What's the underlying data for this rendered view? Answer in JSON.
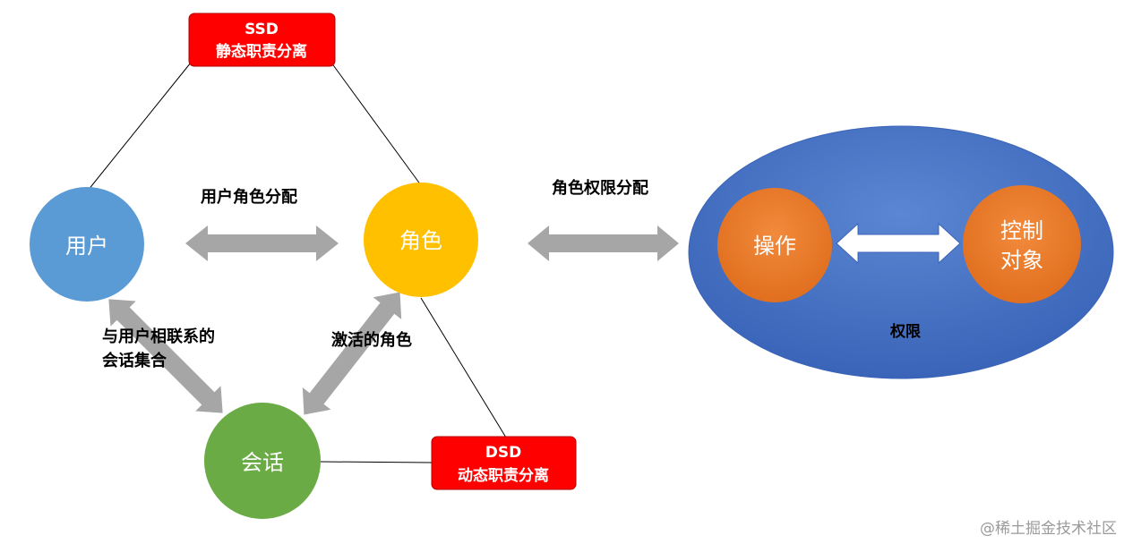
{
  "nodes": {
    "user": "用户",
    "role": "角色",
    "session": "会话",
    "operation": "操作",
    "object_line1": "控制",
    "object_line2": "对象",
    "permission": "权限"
  },
  "boxes": {
    "ssd_title": "SSD",
    "ssd_subtitle": "静态职责分离",
    "dsd_title": "DSD",
    "dsd_subtitle": "动态职责分离"
  },
  "edges": {
    "user_role": "用户角色分配",
    "role_permission": "角色权限分配",
    "user_session_line1": "与用户相联系的",
    "user_session_line2": "会话集合",
    "session_role": "激活的角色"
  },
  "watermark": "@稀土掘金技术社区",
  "colors": {
    "user": "#5b9bd5",
    "role": "#ffc000",
    "session": "#70ad47",
    "constraint_box": "#ff0000",
    "permission_ellipse": "#4472c4",
    "inner_circle": "#ed7d31",
    "arrow": "#a6a6a6"
  }
}
